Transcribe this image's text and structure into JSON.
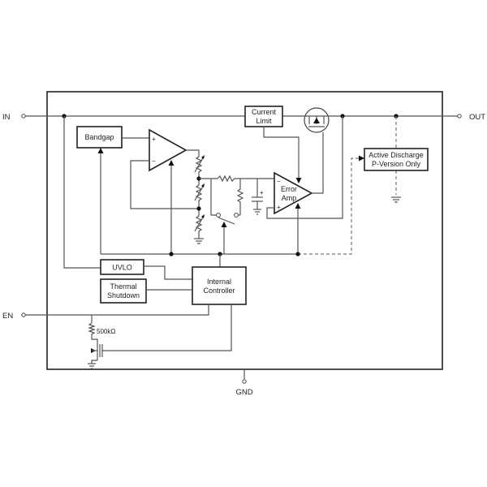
{
  "diagram": {
    "title": "LDO regulator functional block diagram",
    "pins": {
      "in": "IN",
      "out": "OUT",
      "en": "EN",
      "gnd": "GND"
    },
    "blocks": {
      "bandgap": "Bandgap",
      "current_limit": [
        "Current",
        "Limit"
      ],
      "error_amp": [
        "Error",
        "Amp"
      ],
      "active_discharge": [
        "Active Discharge",
        "P-Version Only"
      ],
      "uvlo": "UVLO",
      "thermal_shutdown": [
        "Thermal",
        "Shutdown"
      ],
      "internal_controller": [
        "Internal",
        "Controller"
      ]
    },
    "components": {
      "pulldown_resistor": "500kΩ",
      "plus_sign": "+",
      "minus_sign": "−"
    }
  }
}
